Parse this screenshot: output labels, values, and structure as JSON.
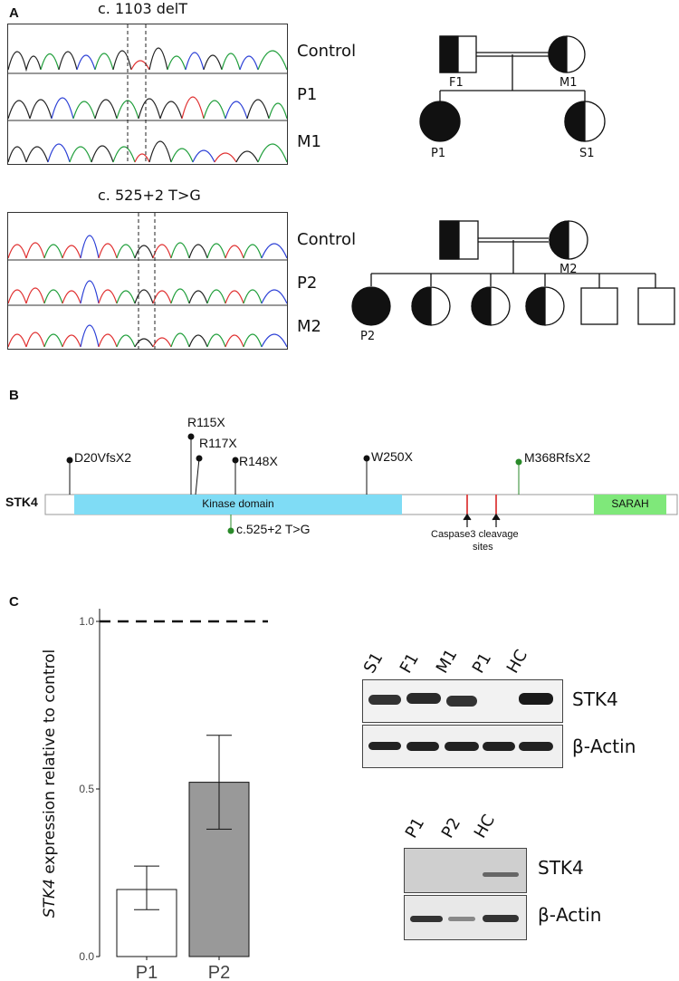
{
  "panel_a": {
    "letter": "A",
    "mutation1": {
      "title": "c. 1103 delT",
      "lanes": [
        "Control",
        "P1",
        "M1"
      ]
    },
    "mutation2": {
      "title": "c. 525+2 T>G",
      "lanes": [
        "Control",
        "P2",
        "M2"
      ]
    },
    "pedigree1": {
      "labels": [
        "F1",
        "M1",
        "P1",
        "S1"
      ]
    },
    "pedigree2": {
      "labels": [
        "M2",
        "P2"
      ]
    }
  },
  "panel_b": {
    "letter": "B",
    "protein": "STK4",
    "domains": [
      {
        "name": "Kinase domain",
        "color": "#7fdcf5"
      },
      {
        "name": "SARAH",
        "color": "#7fe87a"
      }
    ],
    "mutations_above": [
      "D20VfsX2",
      "R115X",
      "R117X",
      "R148X",
      "W250X",
      "M368RfsX2"
    ],
    "mutations_below": [
      "c.525+2 T>G"
    ],
    "caspase_label": [
      "Caspase3 cleavage",
      "sites"
    ]
  },
  "panel_c": {
    "letter": "C",
    "blot1": {
      "lanes": [
        "S1",
        "F1",
        "M1",
        "P1",
        "HC"
      ],
      "rows": [
        "STK4",
        "β-Actin"
      ]
    },
    "blot2": {
      "lanes": [
        "P1",
        "P2",
        "HC"
      ],
      "rows": [
        "STK4",
        "β-Actin"
      ]
    }
  },
  "chart_data": {
    "type": "bar",
    "categories": [
      "P1",
      "P2"
    ],
    "values": [
      0.2,
      0.52
    ],
    "error_low": [
      0.14,
      0.38
    ],
    "error_high": [
      0.27,
      0.66
    ],
    "bar_colors": [
      "#ffffff",
      "#999999"
    ],
    "reference_line": 1.0,
    "ylabel_italic": "STK4",
    "ylabel_rest": " expression relative to control",
    "ylim": [
      0,
      1.0
    ],
    "yticks": [
      "0.0",
      "0.5",
      "1.0"
    ],
    "ytick_values": [
      0.0,
      0.5,
      1.0
    ]
  }
}
